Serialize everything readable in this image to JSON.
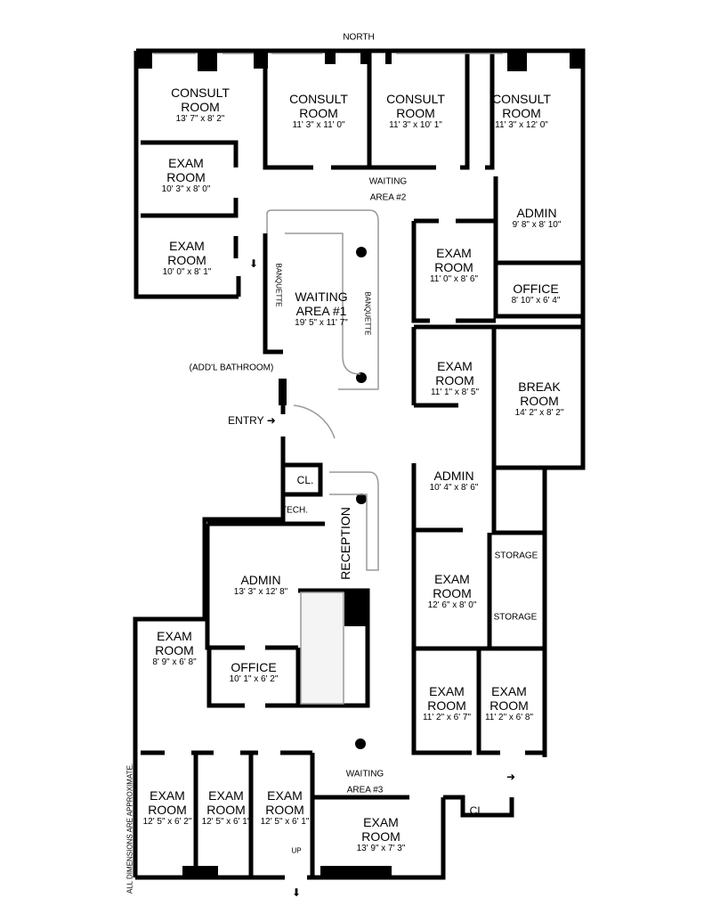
{
  "compass": "NORTH",
  "disclaimer": "ALL DIMENSIONS ARE APPROXIMATE.",
  "rooms": [
    {
      "name": "CONSULT ROOM",
      "dims": "13' 7\" x 8' 2\""
    },
    {
      "name": "CONSULT ROOM",
      "dims": "11' 3\" x 11' 0\""
    },
    {
      "name": "CONSULT ROOM",
      "dims": "11' 3\" x 10' 1\""
    },
    {
      "name": "CONSULT ROOM",
      "dims": "11' 3\" x 12' 0\""
    },
    {
      "name": "EXAM ROOM",
      "dims": "10' 3\" x 8' 0\""
    },
    {
      "name": "EXAM ROOM",
      "dims": "10' 0\" x 8' 1\""
    },
    {
      "name": "WAITING AREA #2",
      "dims": ""
    },
    {
      "name": "ADMIN",
      "dims": "9' 8\" x 8' 10\""
    },
    {
      "name": "EXAM ROOM",
      "dims": "11' 0\" x 8' 6\""
    },
    {
      "name": "OFFICE",
      "dims": "8' 10\" x 6' 4\""
    },
    {
      "name": "WAITING AREA #1",
      "dims": "19' 5\" x 11' 7\""
    },
    {
      "name": "EXAM ROOM",
      "dims": "11' 1\" x 8' 5\""
    },
    {
      "name": "BREAK ROOM",
      "dims": "14' 2\" x 8' 2\""
    },
    {
      "name": "ADMIN",
      "dims": "10' 4\" x 8' 6\""
    },
    {
      "name": "ADMIN",
      "dims": "13' 3\" x 12' 8\""
    },
    {
      "name": "EXAM ROOM",
      "dims": "12' 6\" x 8' 0\""
    },
    {
      "name": "EXAM ROOM",
      "dims": "8' 9\" x 6' 8\""
    },
    {
      "name": "OFFICE",
      "dims": "10' 1\" x 6' 2\""
    },
    {
      "name": "EXAM ROOM",
      "dims": "11' 2\" x 6' 7\""
    },
    {
      "name": "EXAM ROOM",
      "dims": "11' 2\" x 6' 8\""
    },
    {
      "name": "WAITING AREA #3",
      "dims": ""
    },
    {
      "name": "EXAM ROOM",
      "dims": "12' 5\" x 6' 2\""
    },
    {
      "name": "EXAM ROOM",
      "dims": "12' 5\" x 6' 1\""
    },
    {
      "name": "EXAM ROOM",
      "dims": "12' 5\" x 6' 1\""
    },
    {
      "name": "EXAM ROOM",
      "dims": "13' 9\" x 7' 3\""
    }
  ],
  "small_labels": {
    "banquette_left": "BANQUETTE",
    "banquette_right": "BANQUETTE",
    "addl_bathroom": "(ADD'L BATHROOM)",
    "entry": "ENTRY",
    "closet_1": "CL.",
    "tech": "TECH.",
    "reception": "RECEPTION",
    "storage_1": "STORAGE",
    "storage_2": "STORAGE",
    "closet_2": "CL.",
    "up": "UP"
  }
}
